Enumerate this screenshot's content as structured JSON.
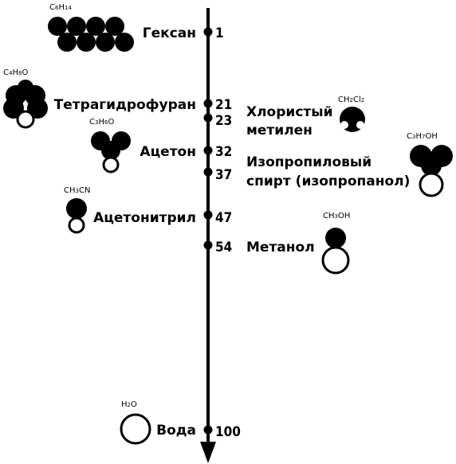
{
  "colors": {
    "ink": "#000000",
    "background": "#ffffff"
  },
  "scale": {
    "min": 1,
    "max": 100
  },
  "solvents": [
    {
      "name": "Гексан",
      "value": 1,
      "formula": "C6H14",
      "icon": "hexane-molecule-icon"
    },
    {
      "name": "Тетрагидрофуран",
      "value": 21,
      "formula": "C4H8O",
      "icon": "thf-molecule-icon"
    },
    {
      "name_lines": [
        "Хлористый",
        "метилен"
      ],
      "value": 23,
      "formula": "CH2Cl2",
      "icon": "dichloromethane-molecule-icon"
    },
    {
      "name": "Ацетон",
      "value": 32,
      "formula": "C3H6O",
      "icon": "acetone-molecule-icon"
    },
    {
      "name_lines": [
        "Изопропиловый",
        "спирт (изопропанол)"
      ],
      "value": 37,
      "formula": "C3H7OH",
      "icon": "isopropanol-molecule-icon"
    },
    {
      "name": "Ацетонитрил",
      "value": 47,
      "formula": "CH3CN",
      "icon": "acetonitrile-molecule-icon"
    },
    {
      "name": "Метанол",
      "value": 54,
      "formula": "CH3OH",
      "icon": "methanol-molecule-icon"
    },
    {
      "name": "Вода",
      "value": 100,
      "formula": "H2O",
      "icon": "water-molecule-icon"
    }
  ]
}
